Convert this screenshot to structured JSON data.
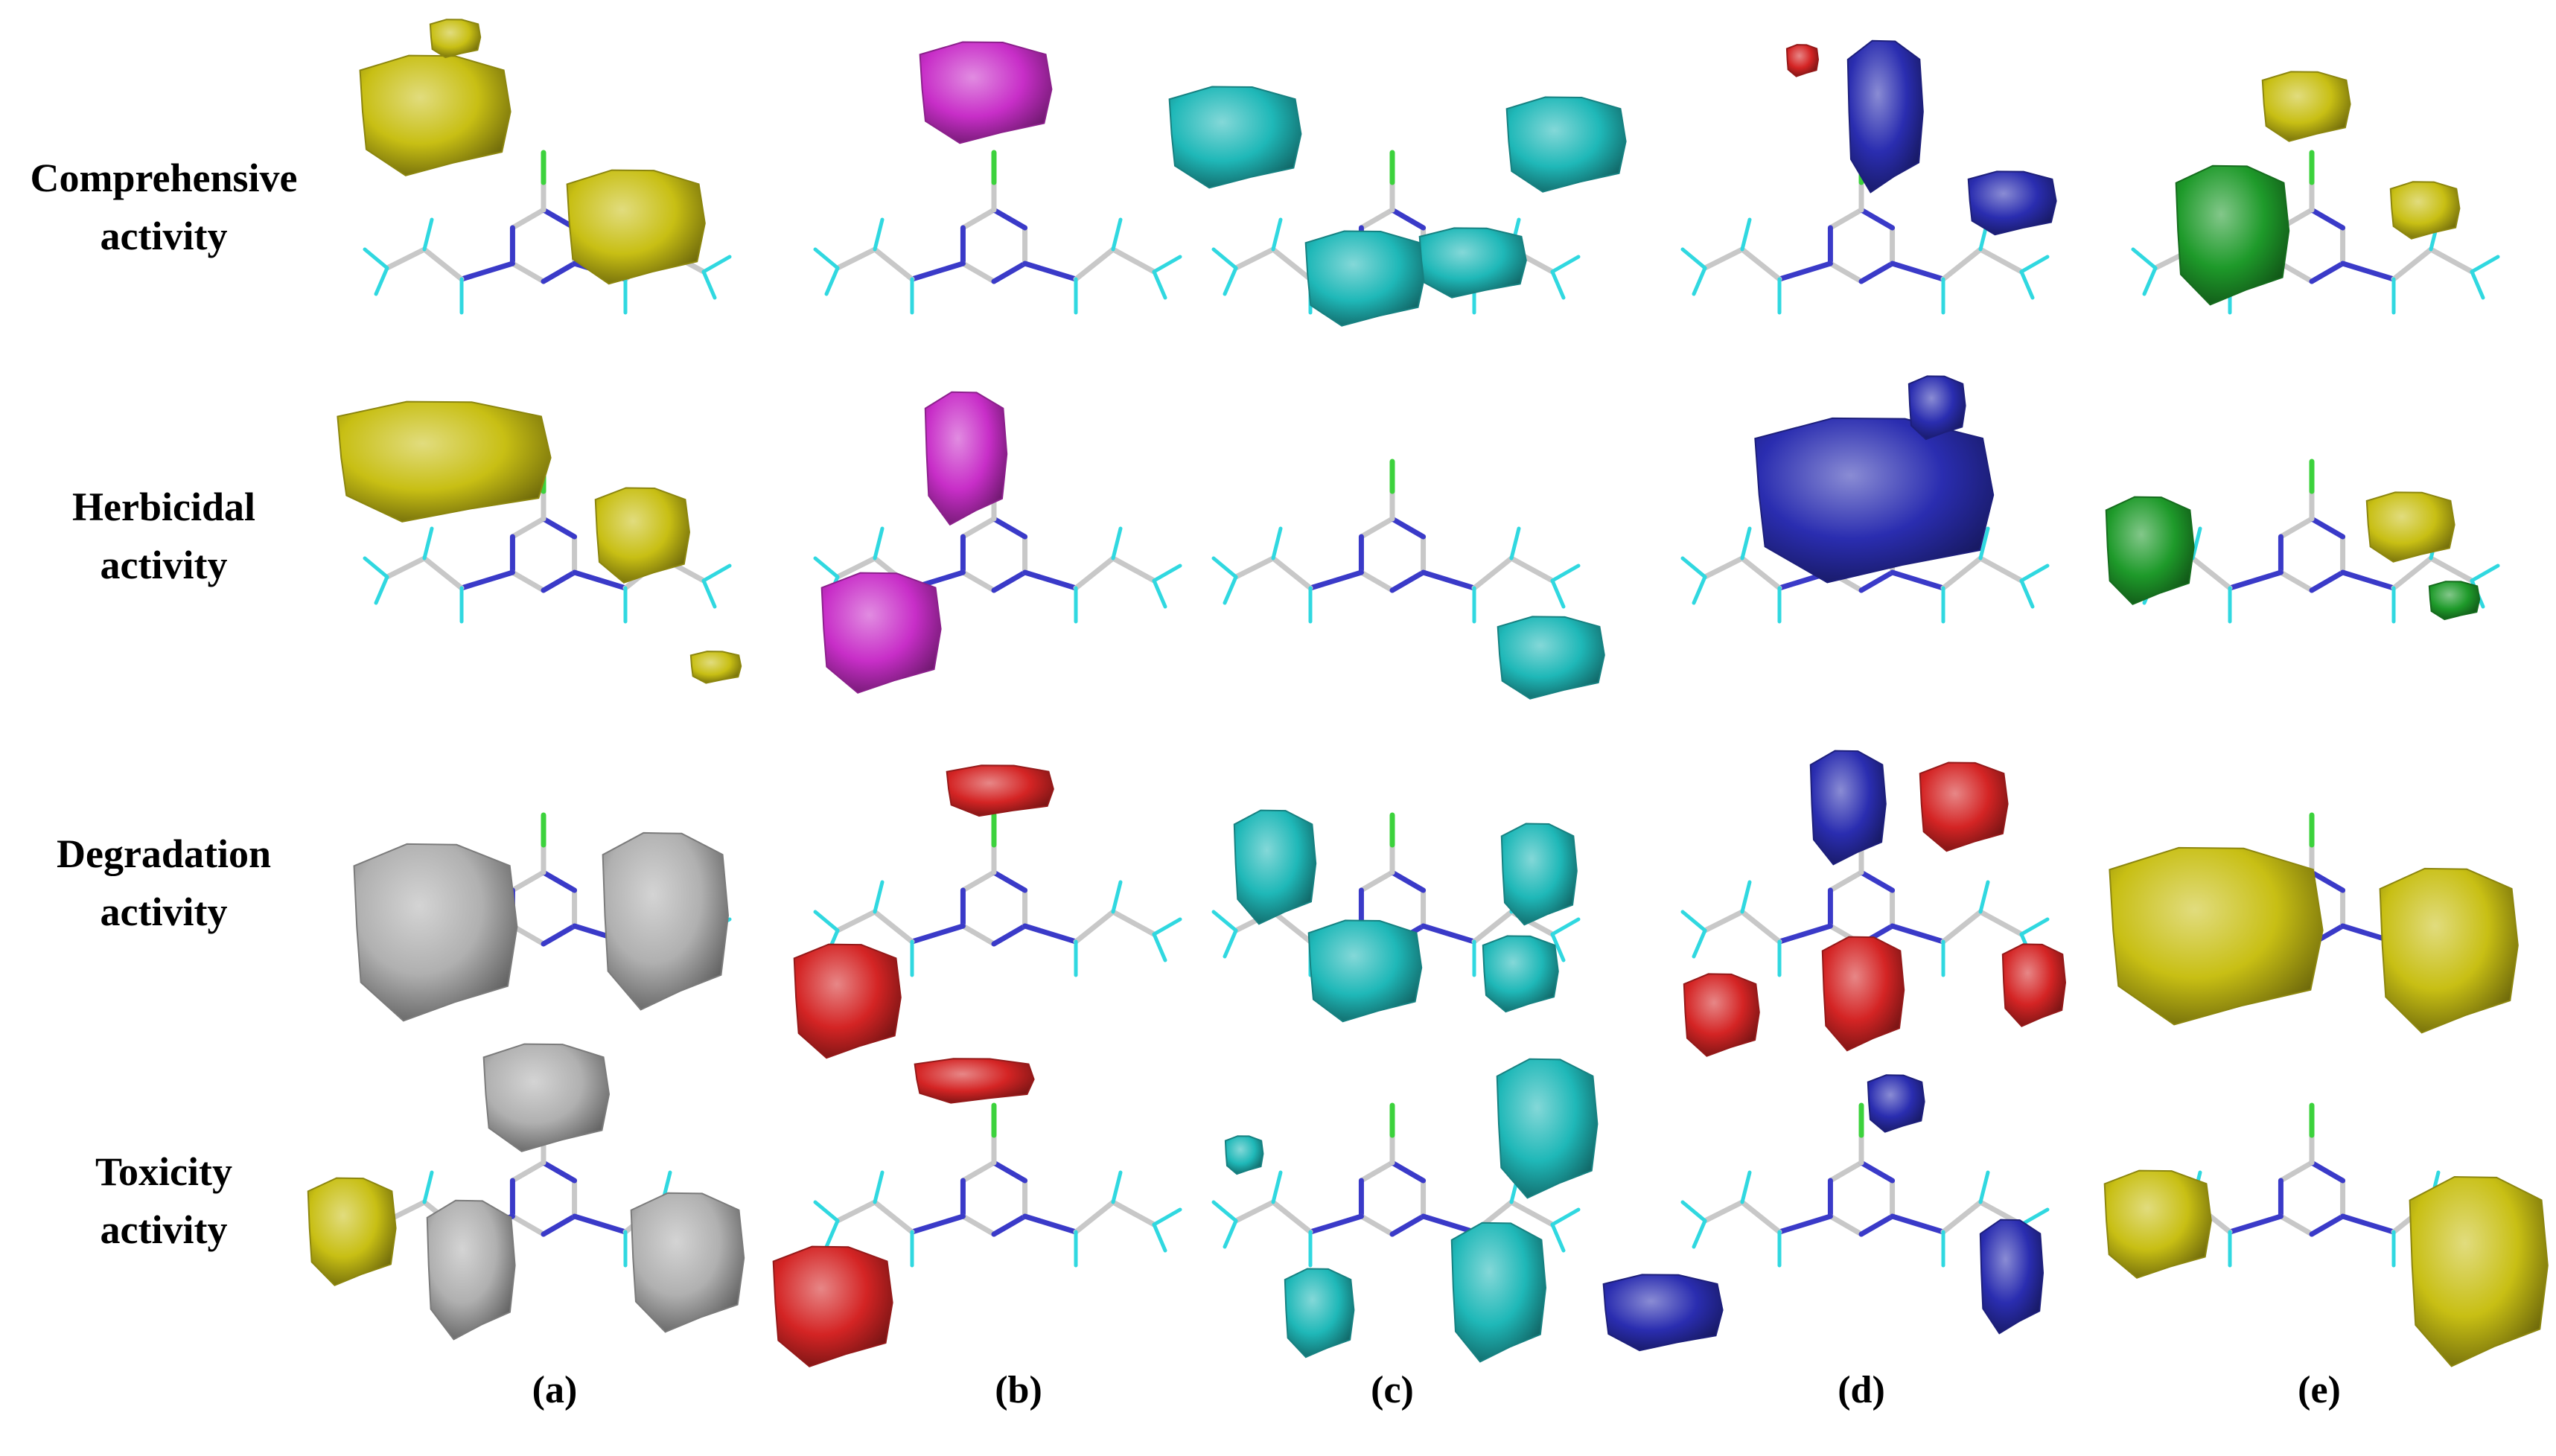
{
  "rows": [
    {
      "line1": "Comprehensive",
      "line2": "activity"
    },
    {
      "line1": "Herbicidal",
      "line2": "activity"
    },
    {
      "line1": "Degradation",
      "line2": "activity"
    },
    {
      "line1": "Toxicity",
      "line2": "activity"
    }
  ],
  "columns": [
    "(a)",
    "(b)",
    "(c)",
    "(d)",
    "(e)"
  ],
  "colors": {
    "yellow": "#c8bf14",
    "magenta": "#c82ec8",
    "cyan": "#1fb8b8",
    "blue": "#2a2db0",
    "green": "#1e9a2a",
    "red": "#d42424",
    "gray": "#b0b0b0",
    "carbon": "#c8c8c8",
    "nitrogen": "#3a3ac8",
    "hydrogen": "#30d8e0",
    "chlorine": "#3cd23c"
  }
}
